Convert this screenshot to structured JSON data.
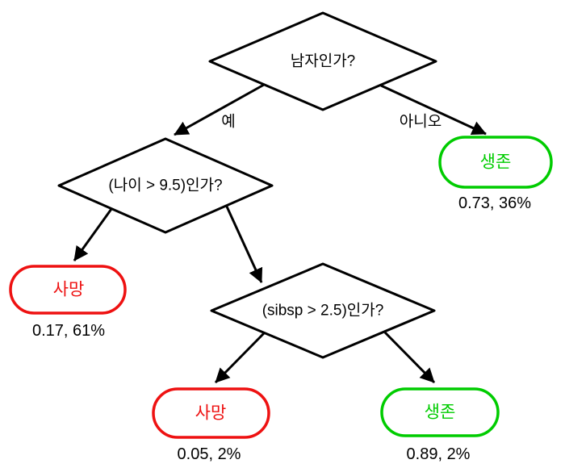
{
  "diagram_title": "titanic-survival-decision-tree",
  "colors": {
    "survived_green": "#00cc00",
    "died_red": "#ee1111",
    "line_black": "#000000",
    "text_black": "#000000",
    "background": "#ffffff"
  },
  "tree": {
    "decisions": [
      {
        "id": "root",
        "label": "남자인가?"
      },
      {
        "id": "age",
        "label": "(나이 > 9.5)인가?"
      },
      {
        "id": "sibsp",
        "label": "(sibsp > 2.5)인가?"
      }
    ],
    "branch_labels": {
      "yes": "예",
      "no": "아니오"
    },
    "outcomes": [
      {
        "id": "survived-top",
        "label": "생존",
        "stat": "0.73, 36%",
        "status": "survived"
      },
      {
        "id": "died-left",
        "label": "사망",
        "stat": "0.17, 61%",
        "status": "died"
      },
      {
        "id": "died-bottom",
        "label": "사망",
        "stat": "0.05, 2%",
        "status": "died"
      },
      {
        "id": "survived-bottom",
        "label": "생존",
        "stat": "0.89, 2%",
        "status": "survived"
      }
    ],
    "edges": [
      {
        "from": "root",
        "to": "age",
        "label": "예"
      },
      {
        "from": "root",
        "to": "survived-top",
        "label": "아니오"
      },
      {
        "from": "age",
        "to": "died-left",
        "label": ""
      },
      {
        "from": "age",
        "to": "sibsp",
        "label": ""
      },
      {
        "from": "sibsp",
        "to": "died-bottom",
        "label": ""
      },
      {
        "from": "sibsp",
        "to": "survived-bottom",
        "label": ""
      }
    ]
  }
}
